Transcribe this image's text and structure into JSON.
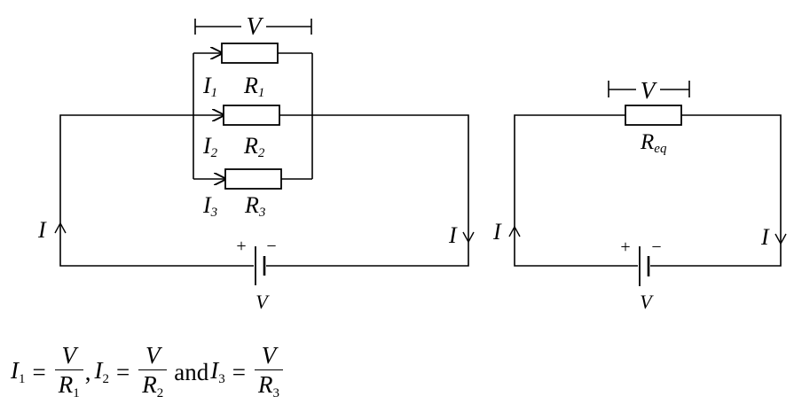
{
  "parallel_circuit": {
    "voltmeter_label": "V",
    "branches": [
      {
        "current_label": "I",
        "current_sub": "1",
        "resistor_label": "R",
        "resistor_sub": "1"
      },
      {
        "current_label": "I",
        "current_sub": "2",
        "resistor_label": "R",
        "resistor_sub": "2"
      },
      {
        "current_label": "I",
        "current_sub": "3",
        "resistor_label": "R",
        "resistor_sub": "3"
      }
    ],
    "total_current_left": "I",
    "total_current_right": "I",
    "battery_plus": "+",
    "battery_minus": "−",
    "battery_label": "V"
  },
  "equivalent_circuit": {
    "voltmeter_label": "V",
    "resistor_label": "R",
    "resistor_sub": "eq",
    "total_current_left": "I",
    "total_current_right": "I",
    "battery_plus": "+",
    "battery_minus": "−",
    "battery_label": "V"
  },
  "formula": {
    "terms": [
      {
        "lhs": "I",
        "lhs_sub": "1",
        "num": "V",
        "den": "R",
        "den_sub": "1"
      },
      {
        "lhs": "I",
        "lhs_sub": "2",
        "num": "V",
        "den": "R",
        "den_sub": "2"
      },
      {
        "lhs": "I",
        "lhs_sub": "3",
        "num": "V",
        "den": "R",
        "den_sub": "3"
      }
    ],
    "separator": ",",
    "conjunction": "and",
    "equals": "="
  }
}
